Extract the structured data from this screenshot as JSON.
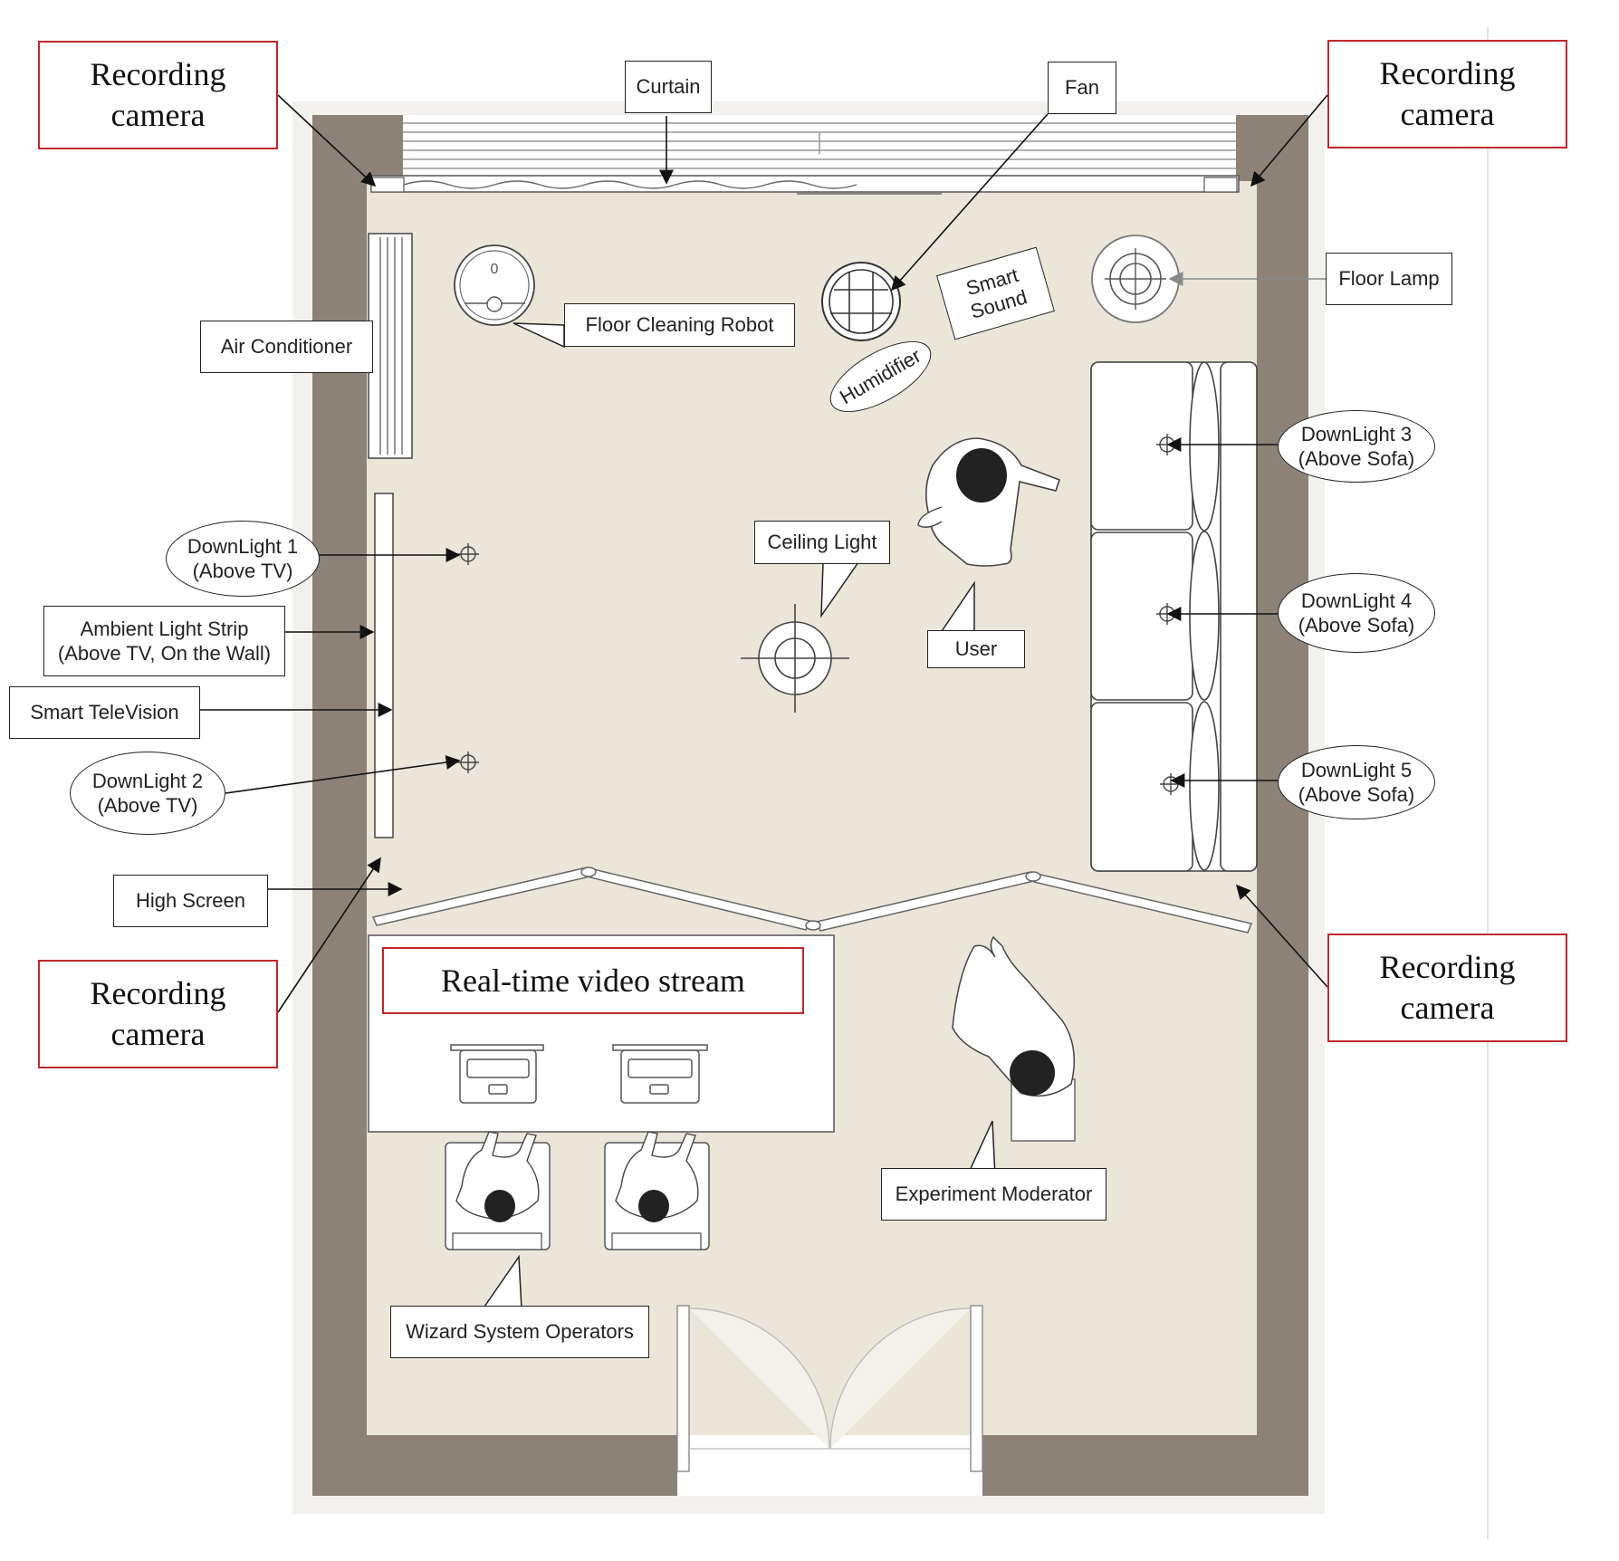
{
  "cameras": {
    "top_left": "Recording\ncamera",
    "top_right": "Recording\ncamera",
    "bottom_left": "Recording\ncamera",
    "bottom_right": "Recording\ncamera"
  },
  "labels": {
    "curtain": "Curtain",
    "fan": "Fan",
    "floor_lamp": "Floor Lamp",
    "air_conditioner": "Air Conditioner",
    "floor_cleaning_robot": "Floor Cleaning Robot",
    "smart_sound": "Smart\nSound",
    "humidifier": "Humidifier",
    "downlight_1": "DownLight 1\n(Above TV)",
    "downlight_2": "DownLight 2\n(Above TV)",
    "downlight_3": "DownLight 3\n(Above Sofa)",
    "downlight_4": "DownLight 4\n(Above Sofa)",
    "downlight_5": "DownLight 5\n(Above Sofa)",
    "ambient_light_strip": "Ambient Light Strip\n(Above TV, On the Wall)",
    "smart_television": "Smart TeleVision",
    "ceiling_light": "Ceiling Light",
    "user": "User",
    "high_screen": "High Screen",
    "real_time_video_stream": "Real-time video stream",
    "experiment_moderator": "Experiment Moderator",
    "wizard_system_operators": "Wizard System Operators",
    "robot_mark": "0"
  },
  "colors": {
    "wall": "#8c8278",
    "floor": "#ebe6da",
    "camera_border": "#c0282c",
    "line": "#222222"
  },
  "icons": [
    "recording-camera-icon",
    "curtain-icon",
    "fan-icon",
    "floor-lamp-icon",
    "air-conditioner-icon",
    "floor-cleaning-robot-icon",
    "smart-sound-icon",
    "humidifier-icon",
    "downlight-icon",
    "ceiling-light-icon",
    "smart-television-icon",
    "sofa-icon",
    "person-icon",
    "laptop-icon",
    "chair-icon",
    "door-icon",
    "high-screen-icon"
  ]
}
